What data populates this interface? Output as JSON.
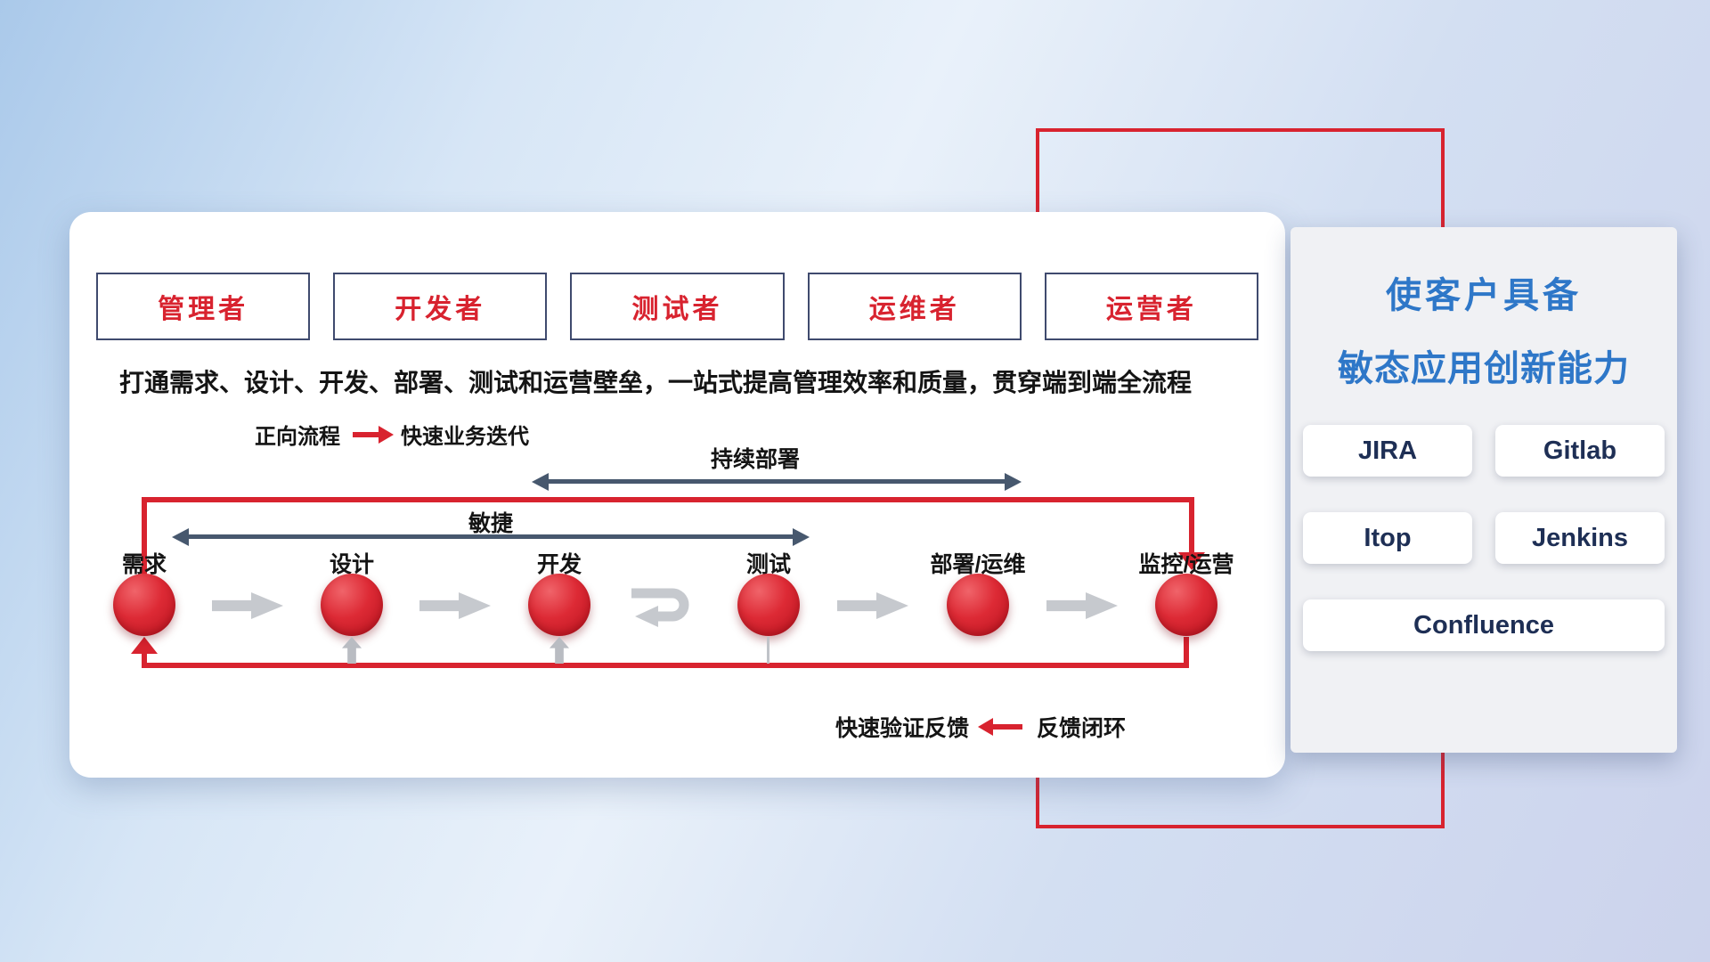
{
  "roles": [
    "管理者",
    "开发者",
    "测试者",
    "运维者",
    "运营者"
  ],
  "description": "打通需求、设计、开发、部署、测试和运营壁垒，一站式提高管理效率和质量，贯穿端到端全流程",
  "legend_forward": {
    "label": "正向流程",
    "desc": "快速业务迭代"
  },
  "legend_feedback": {
    "desc": "快速验证反馈",
    "label": "反馈闭环"
  },
  "flow": {
    "stages": [
      "需求",
      "设计",
      "开发",
      "测试",
      "部署/运维",
      "监控/运营"
    ],
    "agile_label": "敏捷",
    "cd_label": "持续部署"
  },
  "right_panel": {
    "title_line1": "使客户具备",
    "title_line2": "敏态应用创新能力",
    "tools": [
      "JIRA",
      "Gitlab",
      "Itop",
      "Jenkins",
      "Confluence"
    ]
  },
  "colors": {
    "accent-red": "#d8232f",
    "navy-arrow": "#47586e",
    "title-blue": "#2e77c8",
    "tool-text": "#1e2f55",
    "box-border": "#3f4a6e"
  }
}
